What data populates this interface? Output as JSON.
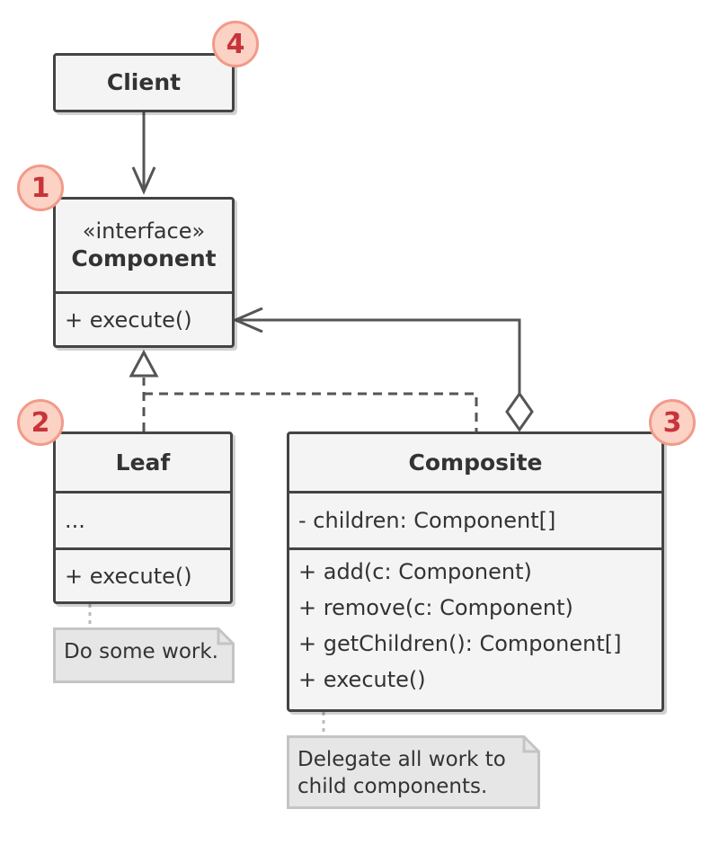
{
  "diagram": {
    "client": {
      "name": "Client",
      "badge": "4"
    },
    "component": {
      "stereotype": "«interface»",
      "name": "Component",
      "methods": [
        "+ execute()"
      ],
      "badge": "1"
    },
    "leaf": {
      "name": "Leaf",
      "fields": [
        "..."
      ],
      "methods": [
        "+ execute()"
      ],
      "badge": "2",
      "note": "Do some work."
    },
    "composite": {
      "name": "Composite",
      "fields": [
        "- children: Component[]"
      ],
      "methods": [
        "+ add(c: Component)",
        "+ remove(c: Component)",
        "+ getChildren(): Component[]",
        "+ execute()"
      ],
      "badge": "3",
      "note_lines": [
        "Delegate all work to",
        "child components."
      ]
    }
  },
  "colors": {
    "box_fill": "#f4f4f4",
    "line": "#444444",
    "note_fill": "#e6e6e6",
    "badge_fill": "#fbd2c3",
    "badge_stroke": "#f29a8a",
    "badge_text": "#c8343b"
  }
}
